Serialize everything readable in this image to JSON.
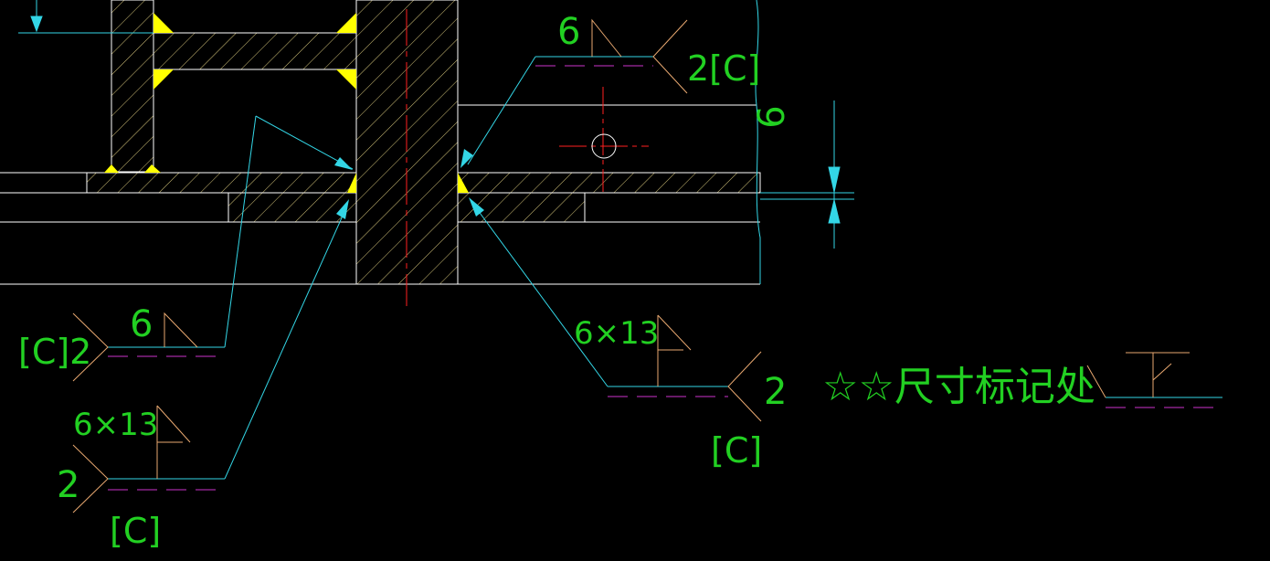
{
  "colors": {
    "background": "#000000",
    "outline": "#ffffff",
    "hatch": "#d4c47a",
    "weld_fill": "#ffff00",
    "leader": "#33d6e6",
    "text": "#22d022",
    "symbol": "#e8a870",
    "dash": "#cc33cc",
    "centerline": "#ff2020"
  },
  "annotations": {
    "top_size": "6",
    "top_ref": "2[C]",
    "right_dim": "6",
    "left_size": "6",
    "left_ref": "[C]2",
    "left_bottom_size": "6×13",
    "left_bottom_num": "2",
    "left_bottom_ref": "[C]",
    "right_mid_size": "6×13",
    "right_mid_num": "2",
    "right_mid_ref": "[C]",
    "note": "☆☆尺寸标记处"
  }
}
